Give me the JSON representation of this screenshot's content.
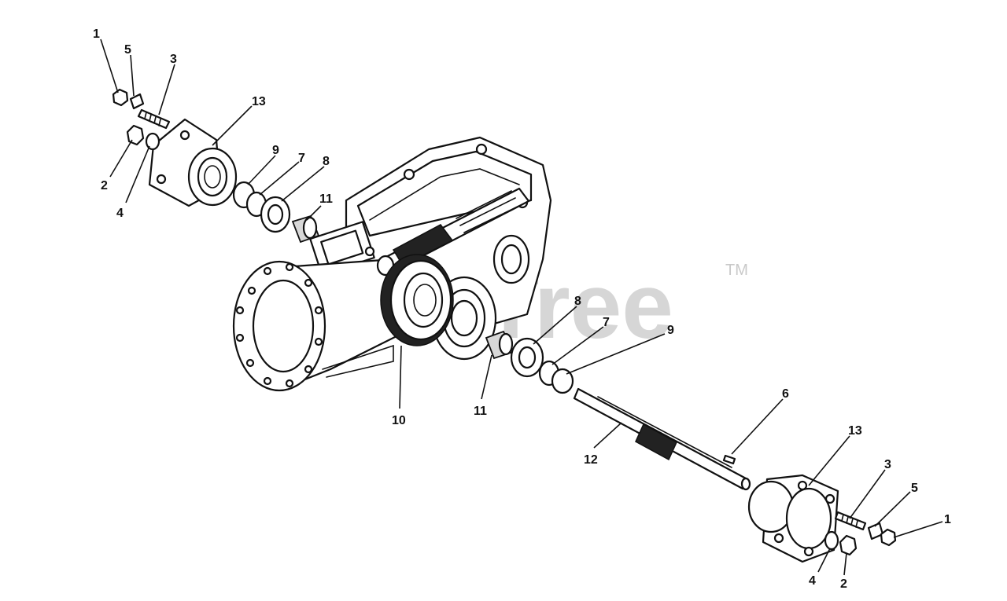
{
  "watermark": {
    "text": "PartsTree",
    "tm": "TM"
  },
  "callouts": {
    "c1_tl": "1",
    "c5_tl": "5",
    "c3_tl": "3",
    "c13_tl": "13",
    "c2_tl": "2",
    "c4_tl": "4",
    "c9_top": "9",
    "c7_top": "7",
    "c8_top": "8",
    "c11_top": "11",
    "c8_mid": "8",
    "c7_mid": "7",
    "c9_mid": "9",
    "c10": "10",
    "c11_bot": "11",
    "c12": "12",
    "c6": "6",
    "c13_br": "13",
    "c3_br": "3",
    "c5_br": "5",
    "c1_br": "1",
    "c4_br": "4",
    "c2_br": "2"
  }
}
